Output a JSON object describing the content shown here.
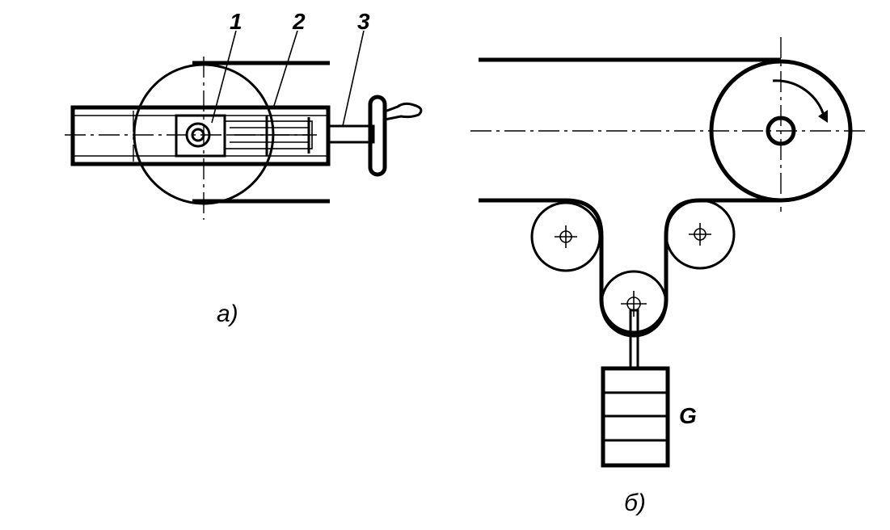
{
  "figure_a": {
    "callouts": [
      "1",
      "2",
      "3"
    ],
    "caption": "а)"
  },
  "figure_b": {
    "weight_label": "G",
    "caption": "б)"
  }
}
